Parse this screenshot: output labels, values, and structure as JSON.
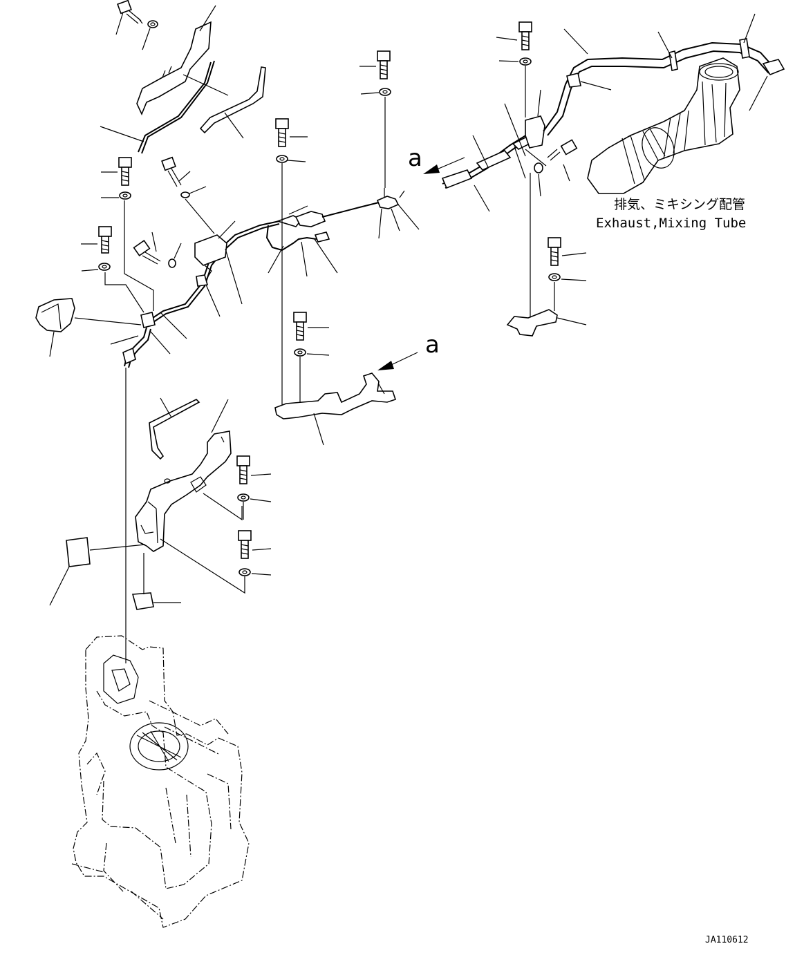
{
  "labels": {
    "view_arrow_a": "a",
    "view_label_a": "a",
    "exhaust_jp": "排気、ミキシング配管",
    "exhaust_en": "Exhaust,Mixing Tube",
    "drawing_id": "JA110612"
  },
  "colors": {
    "line": "#000000",
    "background": "#ffffff"
  }
}
